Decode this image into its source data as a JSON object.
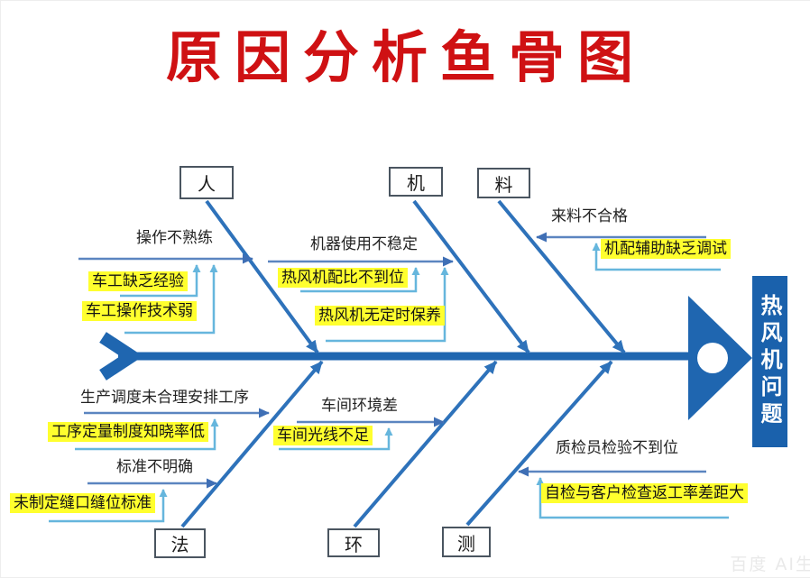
{
  "title": "原因分析鱼骨图",
  "head": {
    "label": "热风机问题"
  },
  "watermark": "百度 AI生",
  "colors": {
    "title_red": "#cf1113",
    "bone_blue": "#2e72ba",
    "spine_blue": "#1f66b0",
    "branch_blue": "#4a78b8",
    "connector_light_blue": "#66b6dd",
    "highlight_yellow": "#ffff2e",
    "head_blue": "#1a61ac"
  },
  "categories": [
    {
      "label": "人",
      "side": "top"
    },
    {
      "label": "机",
      "side": "top"
    },
    {
      "label": "料",
      "side": "top"
    },
    {
      "label": "法",
      "side": "bottom"
    },
    {
      "label": "环",
      "side": "bottom"
    },
    {
      "label": "测",
      "side": "bottom"
    }
  ],
  "branches": [
    {
      "category": "人",
      "label": "操作不熟练",
      "highlighted_causes": [
        "车工缺乏经验",
        "车工操作技术弱"
      ]
    },
    {
      "category": "机",
      "label": "机器使用不稳定",
      "highlighted_causes": [
        "热风机配比不到位",
        "热风机无定时保养"
      ]
    },
    {
      "category": "料",
      "label": "来料不合格",
      "highlighted_causes": [
        "机配辅助缺乏调试"
      ]
    },
    {
      "category": "法",
      "label": "生产调度未合理安排工序",
      "highlighted_causes": [
        "工序定量制度知晓率低"
      ]
    },
    {
      "category": "法",
      "label": "标准不明确",
      "highlighted_causes": [
        "未制定缝口缝位标准"
      ]
    },
    {
      "category": "环",
      "label": "车间环境差",
      "highlighted_causes": [
        "车间光线不足"
      ]
    },
    {
      "category": "测",
      "label": "质检员检验不到位",
      "highlighted_causes": [
        "自检与客户检查返工率差距大"
      ]
    }
  ]
}
